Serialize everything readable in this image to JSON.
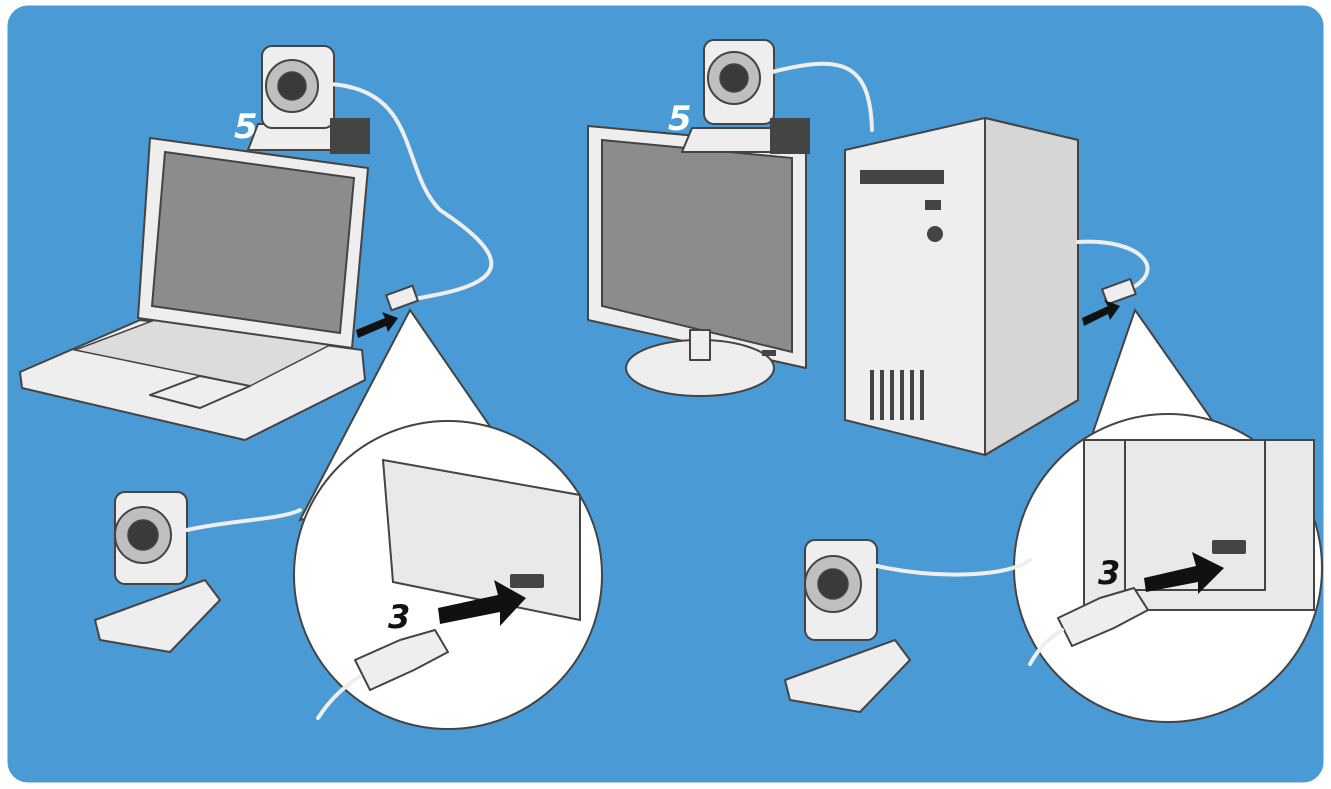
{
  "colors": {
    "background": "#4a9ad6",
    "panel_border": "#ffffff",
    "device_fill": "#eeeeee",
    "device_stroke": "#444444",
    "screen_fill": "#8c8c8c",
    "magnifier_fill": "#ffffff",
    "arrow_fill": "#111111",
    "label_white": "#ffffff",
    "label_black": "#111111"
  },
  "labels": {
    "laptop_step": "5",
    "desktop_step": "5",
    "laptop_usb_step": "3",
    "desktop_usb_step": "3"
  },
  "icons": [
    "laptop-icon",
    "monitor-icon",
    "tower-pc-icon",
    "webcam-icon",
    "usb-plug-icon",
    "usb-port-icon",
    "insert-arrow-icon"
  ]
}
